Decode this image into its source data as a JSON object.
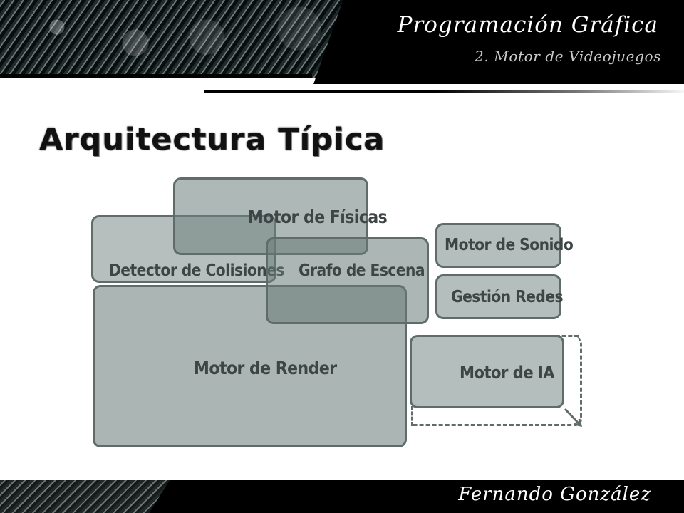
{
  "header": {
    "course_title": "Programación Gráfica",
    "module_subtitle": "2. Motor de Videojuegos"
  },
  "slide": {
    "title": "Arquitectura Típica"
  },
  "diagram": {
    "modules": {
      "physics": "Motor de Físicas",
      "collision": "Detector de Colisiones",
      "scene_graph": "Grafo de Escena",
      "sound": "Motor de Sonido",
      "networking": "Gestión Redes",
      "render": "Motor de Render",
      "ai": "Motor de IA"
    },
    "colors": {
      "module_fill": "#7b8c89",
      "module_border": "#5f6c69",
      "module_text": "#3d4645"
    }
  },
  "footer": {
    "author": "Fernando González"
  },
  "theme": {
    "header_background": "#000000",
    "title_text": "#111111",
    "header_text": "#ffffff"
  }
}
